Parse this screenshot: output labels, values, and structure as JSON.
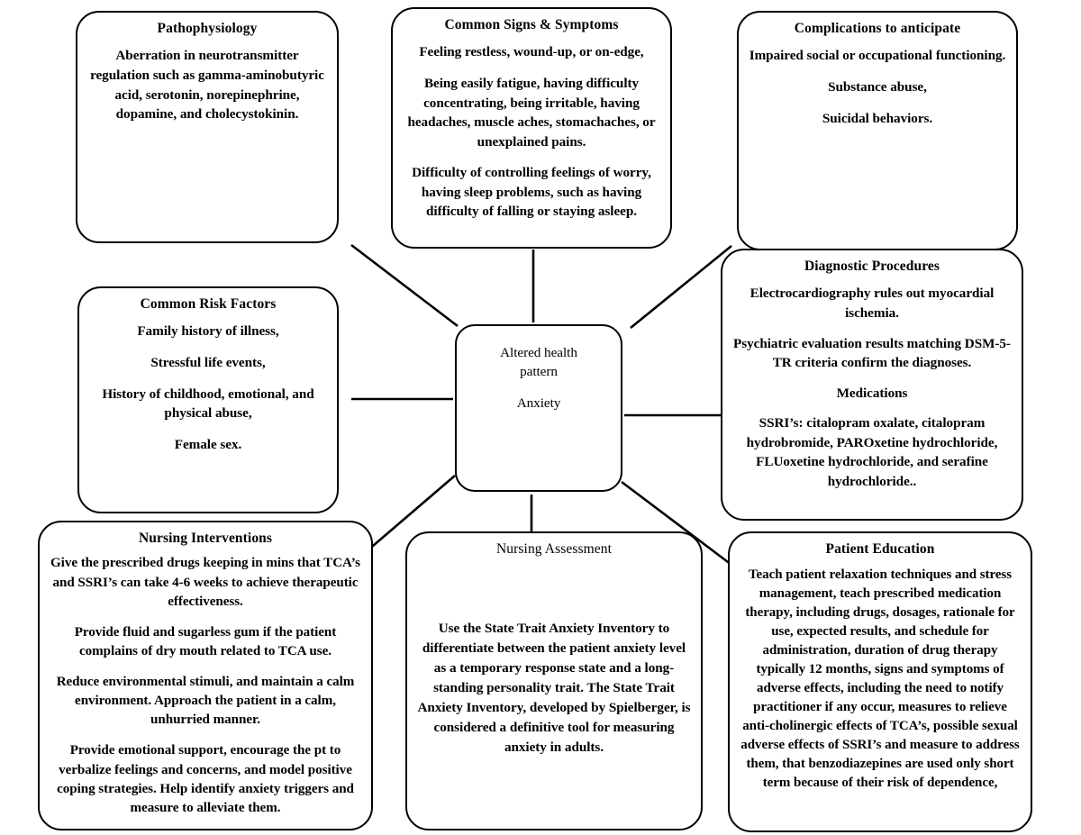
{
  "diagram": {
    "type": "concept-map",
    "title": "Anxiety Concept Map",
    "line_color": "#000000",
    "box_border_color": "#000000",
    "background_color": "#ffffff"
  },
  "nodes": {
    "center": {
      "line1": "Altered health",
      "line2": "pattern",
      "line3": "Anxiety"
    },
    "pathophysiology": {
      "title": "Pathophysiology",
      "paragraphs": [
        "Aberration in neurotransmitter regulation such as gamma-aminobutyric acid, serotonin, norepinephrine, dopamine, and cholecystokinin."
      ]
    },
    "signs": {
      "title": "Common Signs & Symptoms",
      "paragraphs": [
        "Feeling restless, wound-up, or on-edge,",
        "Being easily fatigue, having difficulty concentrating, being irritable, having headaches, muscle aches, stomachaches, or unexplained pains.",
        "Difficulty of controlling feelings of worry, having sleep problems, such as having difficulty of falling or staying asleep."
      ]
    },
    "complications": {
      "title": "Complications to anticipate",
      "paragraphs": [
        "Impaired social or occupational functioning.",
        "Substance abuse,",
        "Suicidal behaviors."
      ]
    },
    "risk_factors": {
      "title": "Common Risk Factors",
      "paragraphs": [
        "Family history of illness,",
        "Stressful life events,",
        "History of childhood, emotional, and physical abuse,",
        "Female sex."
      ]
    },
    "diagnostic": {
      "title": "Diagnostic Procedures",
      "paragraphs": [
        "Electrocardiography rules out myocardial ischemia.",
        "Psychiatric evaluation results matching DSM-5-TR criteria confirm the diagnoses.",
        "Medications",
        "SSRI’s: citalopram oxalate, citalopram hydrobromide, PAROxetine hydrochloride, FLUoxetine hydrochloride, and serafine hydrochloride.."
      ]
    },
    "interventions": {
      "title": "Nursing Interventions",
      "paragraphs": [
        "Give the prescribed drugs keeping in mins that TCA’s and SSRI’s can take 4-6 weeks to achieve therapeutic effectiveness.",
        "Provide fluid and sugarless gum if the patient complains of dry mouth related to TCA use.",
        "Reduce environmental stimuli, and maintain a calm environment. Approach the patient in a calm, unhurried manner.",
        "Provide emotional support, encourage the pt to verbalize feelings and concerns, and model positive coping strategies. Help identify anxiety triggers and measure to alleviate them."
      ]
    },
    "assessment": {
      "title": "Nursing Assessment",
      "paragraphs": [
        "Use the State Trait Anxiety Inventory to differentiate between the patient anxiety level as a temporary response state and a long-standing personality trait. The State Trait Anxiety Inventory, developed by Spielberger, is considered a definitive tool for measuring anxiety in adults."
      ]
    },
    "education": {
      "title": "Patient Education",
      "paragraphs": [
        "Teach patient relaxation techniques and stress management, teach prescribed medication therapy, including drugs, dosages, rationale for use, expected results, and schedule for administration, duration of drug therapy typically 12 months, signs and symptoms of adverse effects, including the need to notify practitioner if any occur, measures to relieve anti-cholinergic effects of TCA’s, possible sexual adverse effects of SSRI’s and measure to address them, that benzodiazepines are used only short term because of their risk of dependence,"
      ]
    }
  },
  "connections": [
    {
      "from": "center",
      "to": "pathophysiology",
      "style": "diagonal-line"
    },
    {
      "from": "center",
      "to": "signs",
      "style": "vertical-line"
    },
    {
      "from": "center",
      "to": "complications",
      "style": "diagonal-line"
    },
    {
      "from": "center",
      "to": "risk_factors",
      "style": "horizontal-line"
    },
    {
      "from": "center",
      "to": "diagnostic",
      "style": "horizontal-line"
    },
    {
      "from": "center",
      "to": "interventions",
      "style": "diagonal-line"
    },
    {
      "from": "center",
      "to": "assessment",
      "style": "vertical-line"
    },
    {
      "from": "center",
      "to": "education",
      "style": "diagonal-line"
    }
  ]
}
